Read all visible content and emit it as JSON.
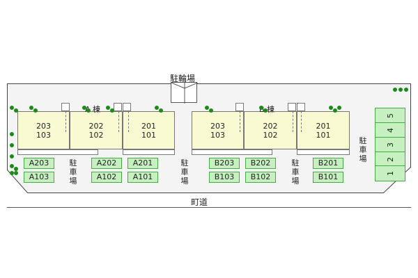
{
  "labels": {
    "bike_parking": "駐輪場",
    "road": "町道",
    "parking_v": "駐\n車\n場"
  },
  "building_a": {
    "name": "A 棟",
    "units": [
      {
        "top": "203",
        "bottom": "103"
      },
      {
        "top": "202",
        "bottom": "102"
      },
      {
        "top": "201",
        "bottom": "101"
      }
    ],
    "parking": [
      "A203",
      "A103",
      "A202",
      "A102",
      "A201",
      "A101"
    ]
  },
  "building_b": {
    "name": "B 棟",
    "units": [
      {
        "top": "203",
        "bottom": "103"
      },
      {
        "top": "202",
        "bottom": "102"
      },
      {
        "top": "201",
        "bottom": "101"
      }
    ],
    "parking": [
      "B203",
      "B103",
      "B202",
      "B102",
      "B201",
      "B101"
    ]
  },
  "right_lot": [
    "5",
    "4",
    "3",
    "2",
    "1"
  ],
  "colors": {
    "tree": "#1a8a1a",
    "building": "#fafad2",
    "parking": "#c6f0c0"
  }
}
